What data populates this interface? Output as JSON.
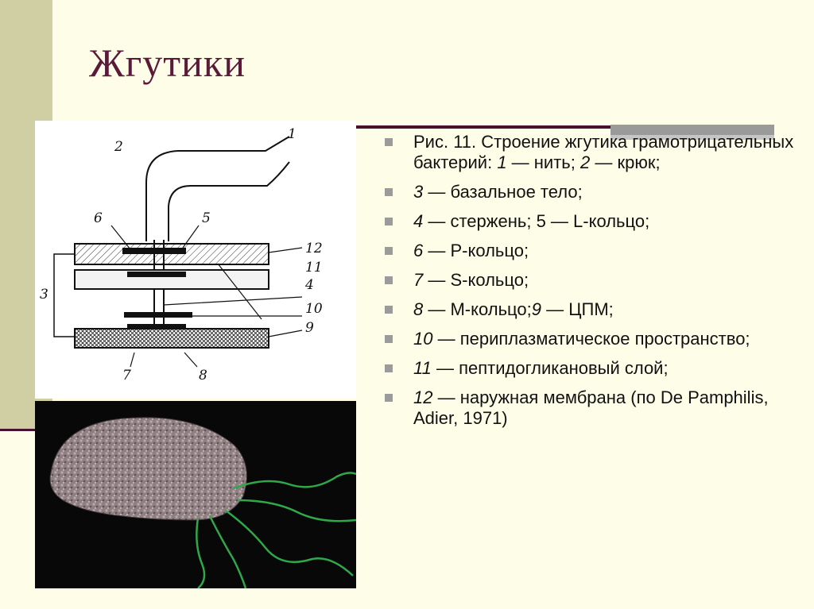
{
  "slide": {
    "title": "Жгутики"
  },
  "diagram": {
    "labels": [
      "1",
      "2",
      "3",
      "4",
      "5",
      "6",
      "7",
      "8",
      "9",
      "10",
      "11",
      "12"
    ]
  },
  "caption": {
    "items": [
      {
        "parts": [
          {
            "t": "Рис. 11. Строение жгутика грамотрицательных бактерий: ",
            "i": false
          },
          {
            "t": "1",
            "i": true
          },
          {
            "t": " — нить; ",
            "i": false
          },
          {
            "t": "2",
            "i": true
          },
          {
            "t": " — крюк;",
            "i": false
          }
        ]
      },
      {
        "parts": [
          {
            "t": "3",
            "i": true
          },
          {
            "t": " — базальное тело;",
            "i": false
          }
        ]
      },
      {
        "parts": [
          {
            "t": "4",
            "i": true
          },
          {
            "t": " — стержень; 5 — L-кольцо;",
            "i": false
          }
        ]
      },
      {
        "parts": [
          {
            "t": "6",
            "i": true
          },
          {
            "t": " — Р-кольцо;",
            "i": false
          }
        ]
      },
      {
        "parts": [
          {
            "t": "7",
            "i": true
          },
          {
            "t": " — S-кольцо;",
            "i": false
          }
        ]
      },
      {
        "parts": [
          {
            "t": "8",
            "i": true
          },
          {
            "t": " — М-кольцо;",
            "i": false
          },
          {
            "t": "9",
            "i": true
          },
          {
            "t": " — ЦПМ;",
            "i": false
          }
        ]
      },
      {
        "parts": [
          {
            "t": "10",
            "i": true
          },
          {
            "t": " — периплазматическое пространство;",
            "i": false
          }
        ]
      },
      {
        "parts": [
          {
            "t": "11",
            "i": true
          },
          {
            "t": " — пептидогликановый слой;",
            "i": false
          }
        ]
      },
      {
        "parts": [
          {
            "t": "12",
            "i": true
          },
          {
            "t": " — наружная мембрана (по De Pamphilis, Adier, 1971)",
            "i": false
          }
        ]
      }
    ]
  },
  "colors": {
    "title": "#5a1a3a",
    "accent": "#4a1030",
    "leftbar": "#cfcfa3",
    "background": "#fefee8",
    "flagella": "#2fa84a"
  }
}
